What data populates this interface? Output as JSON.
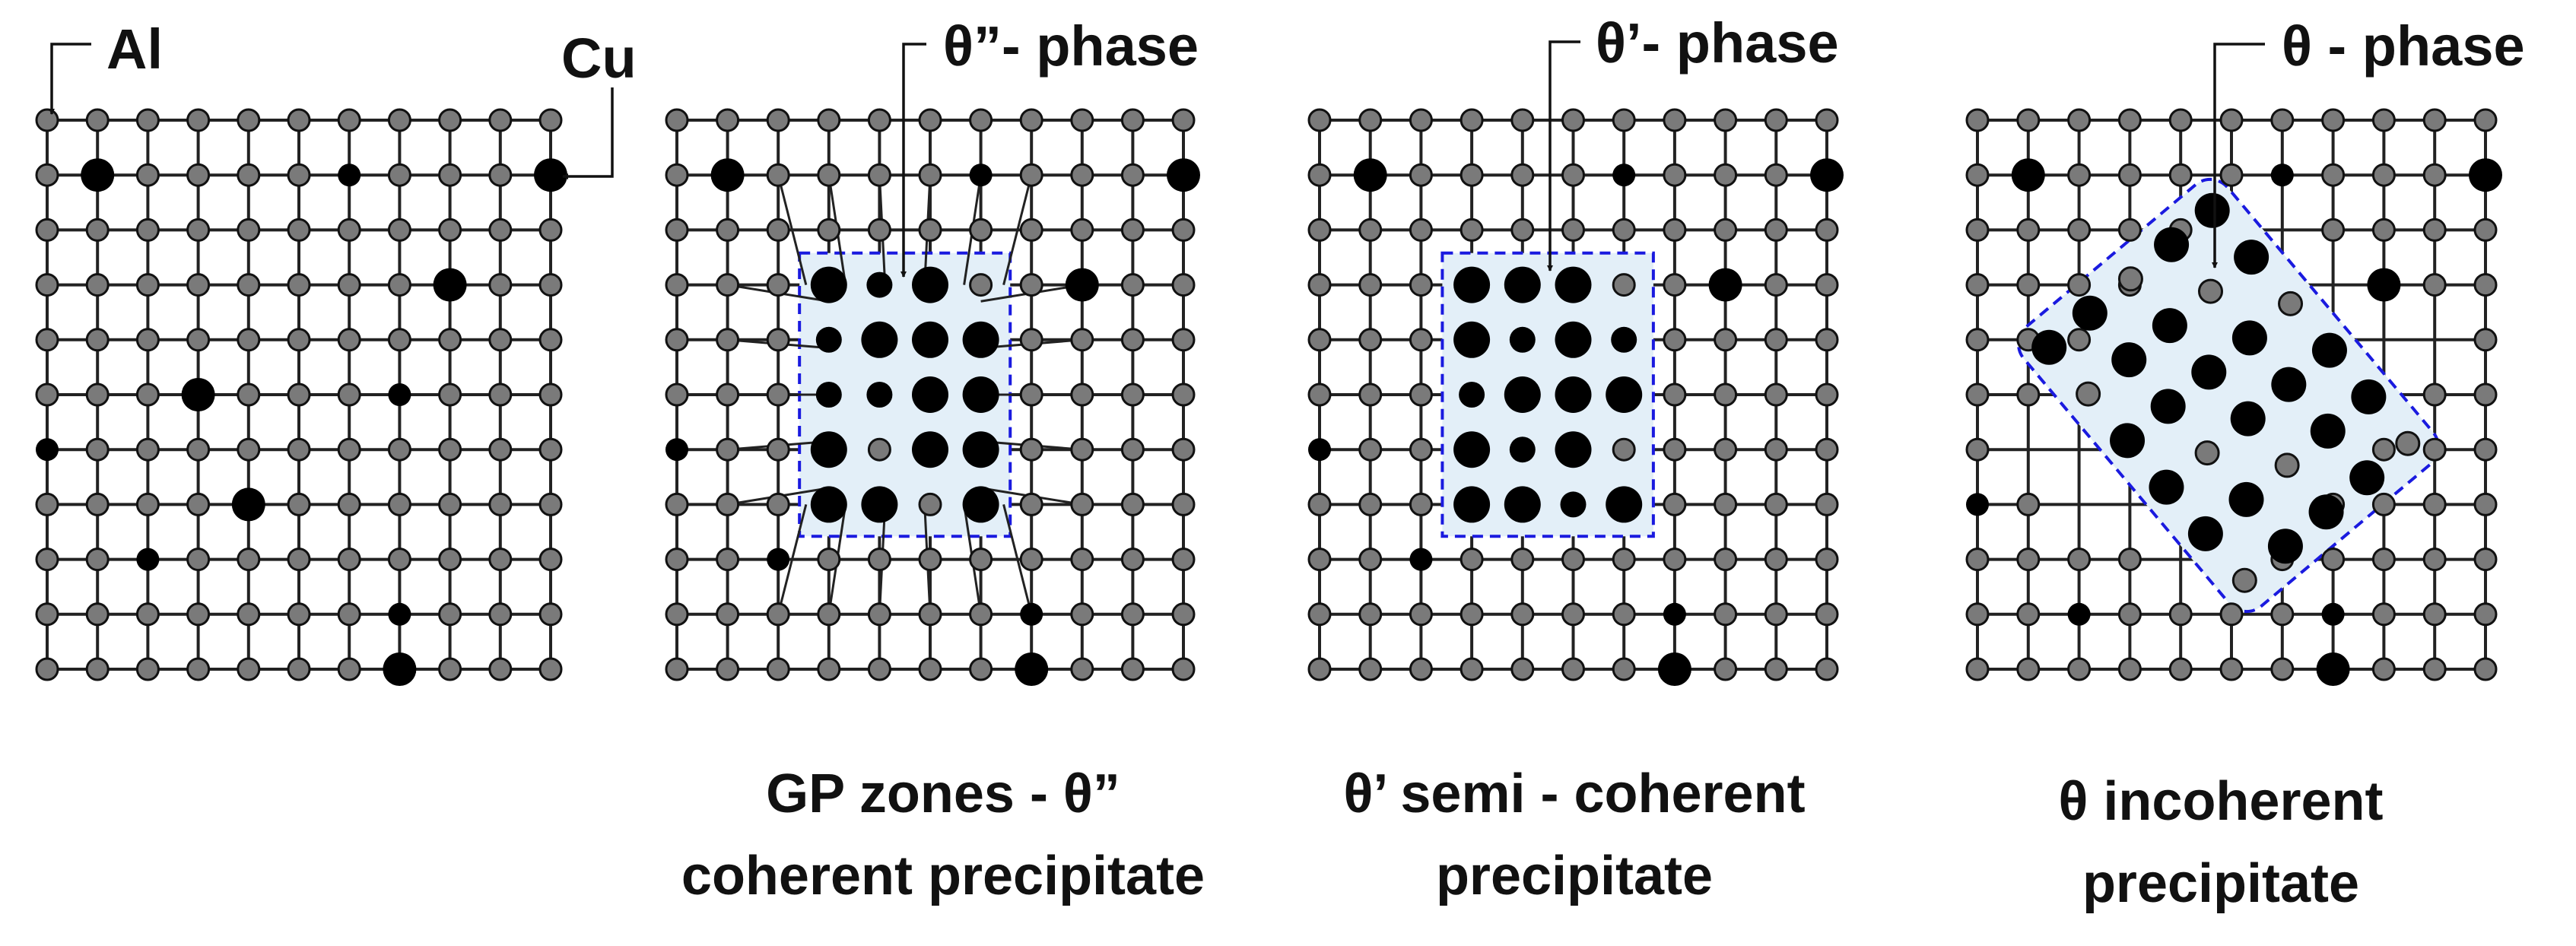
{
  "labels": {
    "al": "Al",
    "cu": "Cu",
    "theta_dd_phase": "θ”- phase",
    "theta_d_phase": "θ’- phase",
    "theta_phase": "θ - phase"
  },
  "captions": {
    "gp": [
      "GP zones - θ”",
      "coherent precipitate"
    ],
    "semi": [
      "θ’ semi - coherent",
      "precipitate"
    ],
    "incoherent": [
      "θ incoherent",
      "precipitate"
    ]
  },
  "colors": {
    "al_atom": "#7a7a7a",
    "cu_atom": "#000000",
    "bond": "#222222",
    "precipitate_fill": "#e3eff8",
    "precipitate_border": "#1a1adf"
  }
}
